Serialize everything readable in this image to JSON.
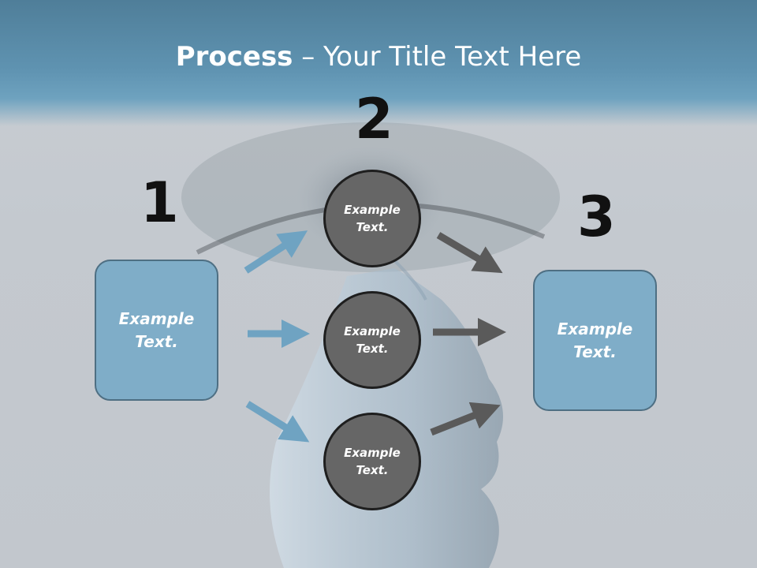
{
  "title": {
    "bold": "Process",
    "rest": " – Your Title Text Here"
  },
  "steps": [
    {
      "number": "1"
    },
    {
      "number": "2"
    },
    {
      "number": "3"
    }
  ],
  "left_box": {
    "text": "Example Text."
  },
  "right_box": {
    "text": "Example Text."
  },
  "circles": [
    {
      "text": "Example Text."
    },
    {
      "text": "Example Text."
    },
    {
      "text": "Example Text."
    }
  ],
  "colors": {
    "header": "#5f93b1",
    "box_fill": "#7fadc8",
    "box_border": "#4e6f83",
    "circle_fill": "#666666",
    "left_arrows": "#6fa3c2",
    "right_arrows": "#5a5a5a"
  }
}
